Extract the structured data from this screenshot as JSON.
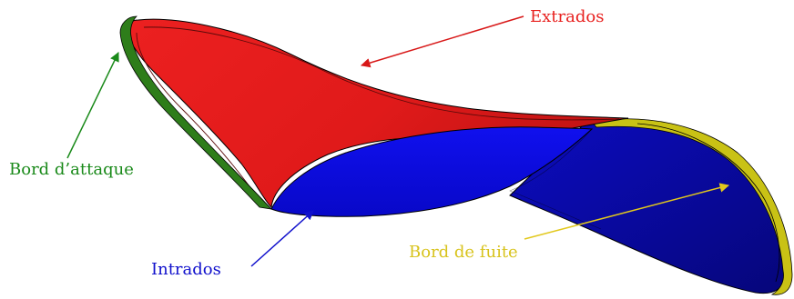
{
  "labels": {
    "extrados": "Extrados",
    "bord_attaque": "Bord d’attaque",
    "intrados": "Intrados",
    "bord_fuite": "Bord de fuite"
  },
  "colors": {
    "extrados": "#e8201e",
    "intrados": "#1010cc",
    "bord_attaque": "#1a8a1a",
    "bord_fuite": "#d8c31c",
    "wing_red": "#e01a1a",
    "wing_red_shade": "#b01010",
    "wing_blue": "#0b0bdc",
    "wing_blue_dark": "#0a0a9a",
    "leading_edge": "#2e7d1a",
    "trailing_edge": "#c9c215"
  }
}
